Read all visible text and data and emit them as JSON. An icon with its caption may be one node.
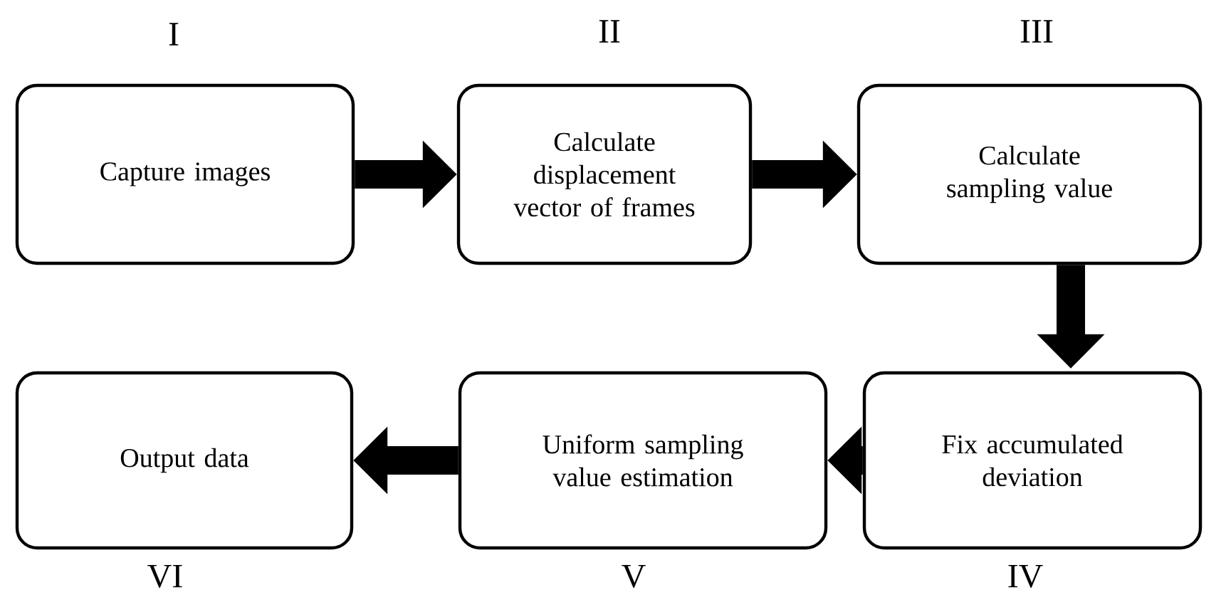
{
  "diagram": {
    "nodes": [
      {
        "text": [
          "Capture images"
        ],
        "beside": [
          "I"
        ]
      },
      {
        "text": [
          "Calculate displacement vector of frames"
        ],
        "beside": [
          "II"
        ]
      },
      {
        "text": [
          "Calculate sampling value"
        ],
        "beside": [
          "III"
        ]
      },
      {
        "text": [
          "Fix accumulated deviation"
        ],
        "beside": [
          "IV"
        ]
      },
      {
        "text": [
          "Uniform sampling value estimation"
        ],
        "beside": [
          "V"
        ]
      },
      {
        "text": [
          "Output data"
        ],
        "beside": [
          "VI"
        ]
      }
    ],
    "edges": [
      {
        "from": 0,
        "to": 1,
        "arrow": "to"
      },
      {
        "from": 1,
        "to": 2,
        "arrow": "to"
      },
      {
        "from": 2,
        "to": 3,
        "arrow": "to"
      },
      {
        "from": 3,
        "to": 4,
        "arrow": "to"
      },
      {
        "from": 4,
        "to": 5,
        "arrow": "to"
      }
    ]
  }
}
